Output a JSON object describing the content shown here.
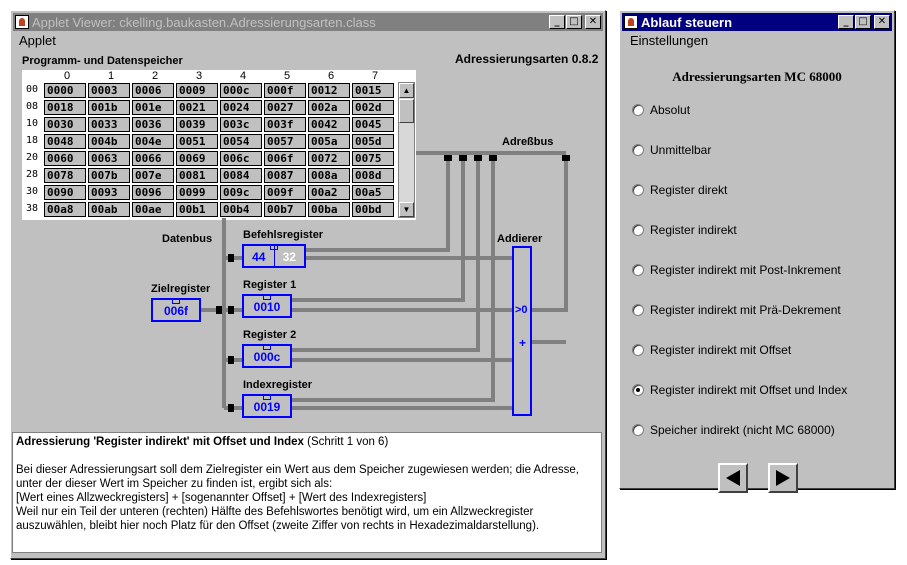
{
  "applet_window": {
    "title": "Applet Viewer: ckelling.baukasten.Adressierungsarten.class",
    "menu": [
      "Applet"
    ],
    "memory_title": "Programm- und Datenspeicher",
    "version": "Adressierungsarten 0.8.2",
    "columns": [
      "0",
      "1",
      "2",
      "3",
      "4",
      "5",
      "6",
      "7"
    ],
    "rows": [
      {
        "addr": "00",
        "cells": [
          "0000",
          "0003",
          "0006",
          "0009",
          "000c",
          "000f",
          "0012",
          "0015"
        ]
      },
      {
        "addr": "08",
        "cells": [
          "0018",
          "001b",
          "001e",
          "0021",
          "0024",
          "0027",
          "002a",
          "002d"
        ]
      },
      {
        "addr": "10",
        "cells": [
          "0030",
          "0033",
          "0036",
          "0039",
          "003c",
          "003f",
          "0042",
          "0045"
        ]
      },
      {
        "addr": "18",
        "cells": [
          "0048",
          "004b",
          "004e",
          "0051",
          "0054",
          "0057",
          "005a",
          "005d"
        ]
      },
      {
        "addr": "20",
        "cells": [
          "0060",
          "0063",
          "0066",
          "0069",
          "006c",
          "006f",
          "0072",
          "0075"
        ]
      },
      {
        "addr": "28",
        "cells": [
          "0078",
          "007b",
          "007e",
          "0081",
          "0084",
          "0087",
          "008a",
          "008d"
        ]
      },
      {
        "addr": "30",
        "cells": [
          "0090",
          "0093",
          "0096",
          "0099",
          "009c",
          "009f",
          "00a2",
          "00a5"
        ]
      },
      {
        "addr": "38",
        "cells": [
          "00a8",
          "00ab",
          "00ae",
          "00b1",
          "00b4",
          "00b7",
          "00ba",
          "00bd"
        ]
      }
    ],
    "labels": {
      "adressbus": "Adreßbus",
      "datenbus": "Datenbus",
      "addierer": "Addierer",
      "addierer_out": ">0",
      "addierer_plus": "+"
    },
    "registers": {
      "befehl": {
        "name": "Befehlsregister",
        "high": "44",
        "low": "32"
      },
      "r1": {
        "name": "Register 1",
        "value": "0010"
      },
      "r2": {
        "name": "Register 2",
        "value": "000c"
      },
      "index": {
        "name": "Indexregister",
        "value": "0019"
      },
      "ziel": {
        "name": "Zielregister",
        "value": "006f"
      }
    },
    "description": {
      "heading": "Adressierung 'Register indirekt' mit Offset und Index",
      "step": " (Schritt 1 von 6)",
      "p1": "Bei dieser Adressierungsart soll dem Zielregister ein Wert aus dem Speicher zugewiesen werden; die Adresse, unter der dieser Wert im Speicher zu finden ist, ergibt sich als:",
      "p2": "[Wert eines Allzweckregisters] + [sogenannter Offset] + [Wert des Indexregisters]",
      "p3": "Weil nur ein Teil der unteren (rechten) Hälfte des Befehlswortes benötigt wird, um ein Allzweckregister auszuwählen, bleibt hier noch Platz für den Offset (zweite Ziffer von rechts in Hexadezimaldarstellung)."
    }
  },
  "control_window": {
    "title": "Ablauf steuern",
    "menu": [
      "Einstellungen"
    ],
    "heading": "Adressierungsarten MC 68000",
    "options": [
      {
        "label": "Absolut",
        "selected": false
      },
      {
        "label": "Unmittelbar",
        "selected": false
      },
      {
        "label": "Register direkt",
        "selected": false
      },
      {
        "label": "Register indirekt",
        "selected": false
      },
      {
        "label": "Register indirekt mit Post-Inkrement",
        "selected": false
      },
      {
        "label": "Register indirekt mit Prä-Dekrement",
        "selected": false
      },
      {
        "label": "Register indirekt mit Offset",
        "selected": false
      },
      {
        "label": "Register indirekt mit Offset und Index",
        "selected": true
      },
      {
        "label": "Speicher indirekt (nicht MC 68000)",
        "selected": false
      }
    ]
  }
}
